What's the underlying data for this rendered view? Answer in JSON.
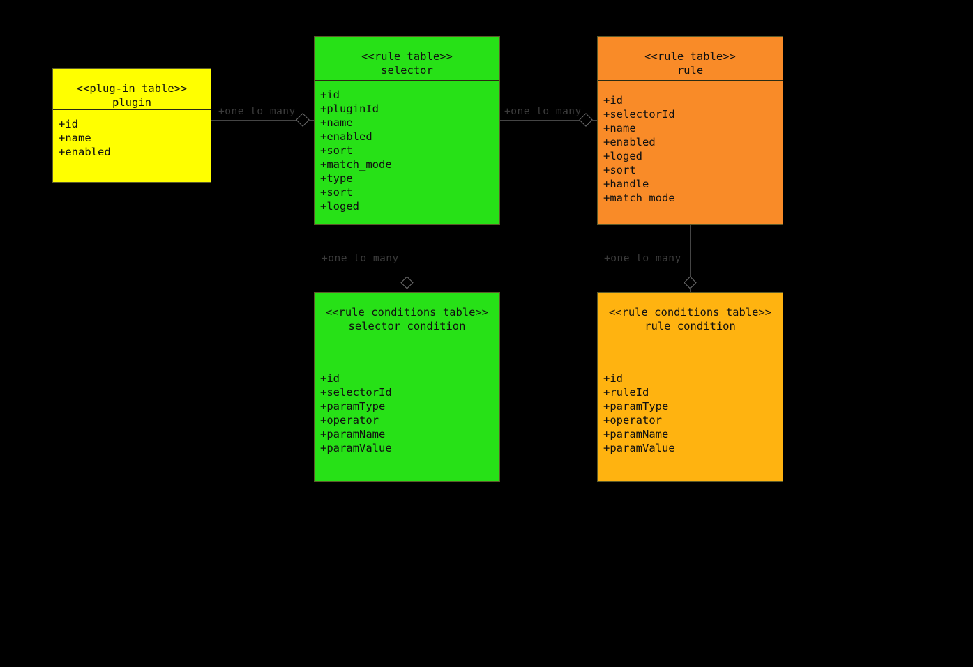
{
  "diagram": {
    "type": "uml-class-diagram",
    "background_color": "#000000",
    "line_color": "#454545",
    "label_color": "#3c3c3c"
  },
  "tables": [
    {
      "key": "plugin",
      "stereotype": "<<plug-in table>>",
      "name": "plugin",
      "fill": "#FFFF00",
      "attributes": [
        "+id",
        "+name",
        "+enabled"
      ]
    },
    {
      "key": "selector",
      "stereotype": "<<rule table>>",
      "name": "selector",
      "fill": "#27E117",
      "attributes": [
        "+id",
        "+pluginId",
        "+name",
        "+enabled",
        "+sort",
        "+match_mode",
        "+type",
        "+sort",
        "+loged"
      ]
    },
    {
      "key": "rule",
      "stereotype": "<<rule table>>",
      "name": "rule",
      "fill": "#F98B28",
      "attributes": [
        "+id",
        "+selectorId",
        "+name",
        "+enabled",
        "+loged",
        "+sort",
        "+handle",
        "+match_mode"
      ]
    },
    {
      "key": "selector_condition",
      "stereotype": "<<rule conditions table>>",
      "name": "selector_condition",
      "fill": "#27E117",
      "attributes": [
        "+id",
        "+selectorId",
        "+paramType",
        "+operator",
        "+paramName",
        "+paramValue"
      ]
    },
    {
      "key": "rule_condition",
      "stereotype": "<<rule conditions table>>",
      "name": "rule_condition",
      "fill": "#FFB310",
      "attributes": [
        "+id",
        "+ruleId",
        "+paramType",
        "+operator",
        "+paramName",
        "+paramValue"
      ]
    }
  ],
  "relationships": [
    {
      "key": "plugin-selector",
      "from": "plugin",
      "to": "selector",
      "label": "+one to many",
      "orientation": "horizontal",
      "marker": "aggregation-diamond"
    },
    {
      "key": "selector-rule",
      "from": "selector",
      "to": "rule",
      "label": "+one to many",
      "orientation": "horizontal",
      "marker": "aggregation-diamond"
    },
    {
      "key": "selector-selector_condition",
      "from": "selector",
      "to": "selector_condition",
      "label": "+one to many",
      "orientation": "vertical",
      "marker": "aggregation-diamond"
    },
    {
      "key": "rule-rule_condition",
      "from": "rule",
      "to": "rule_condition",
      "label": "+one to many",
      "orientation": "vertical",
      "marker": "aggregation-diamond"
    }
  ]
}
